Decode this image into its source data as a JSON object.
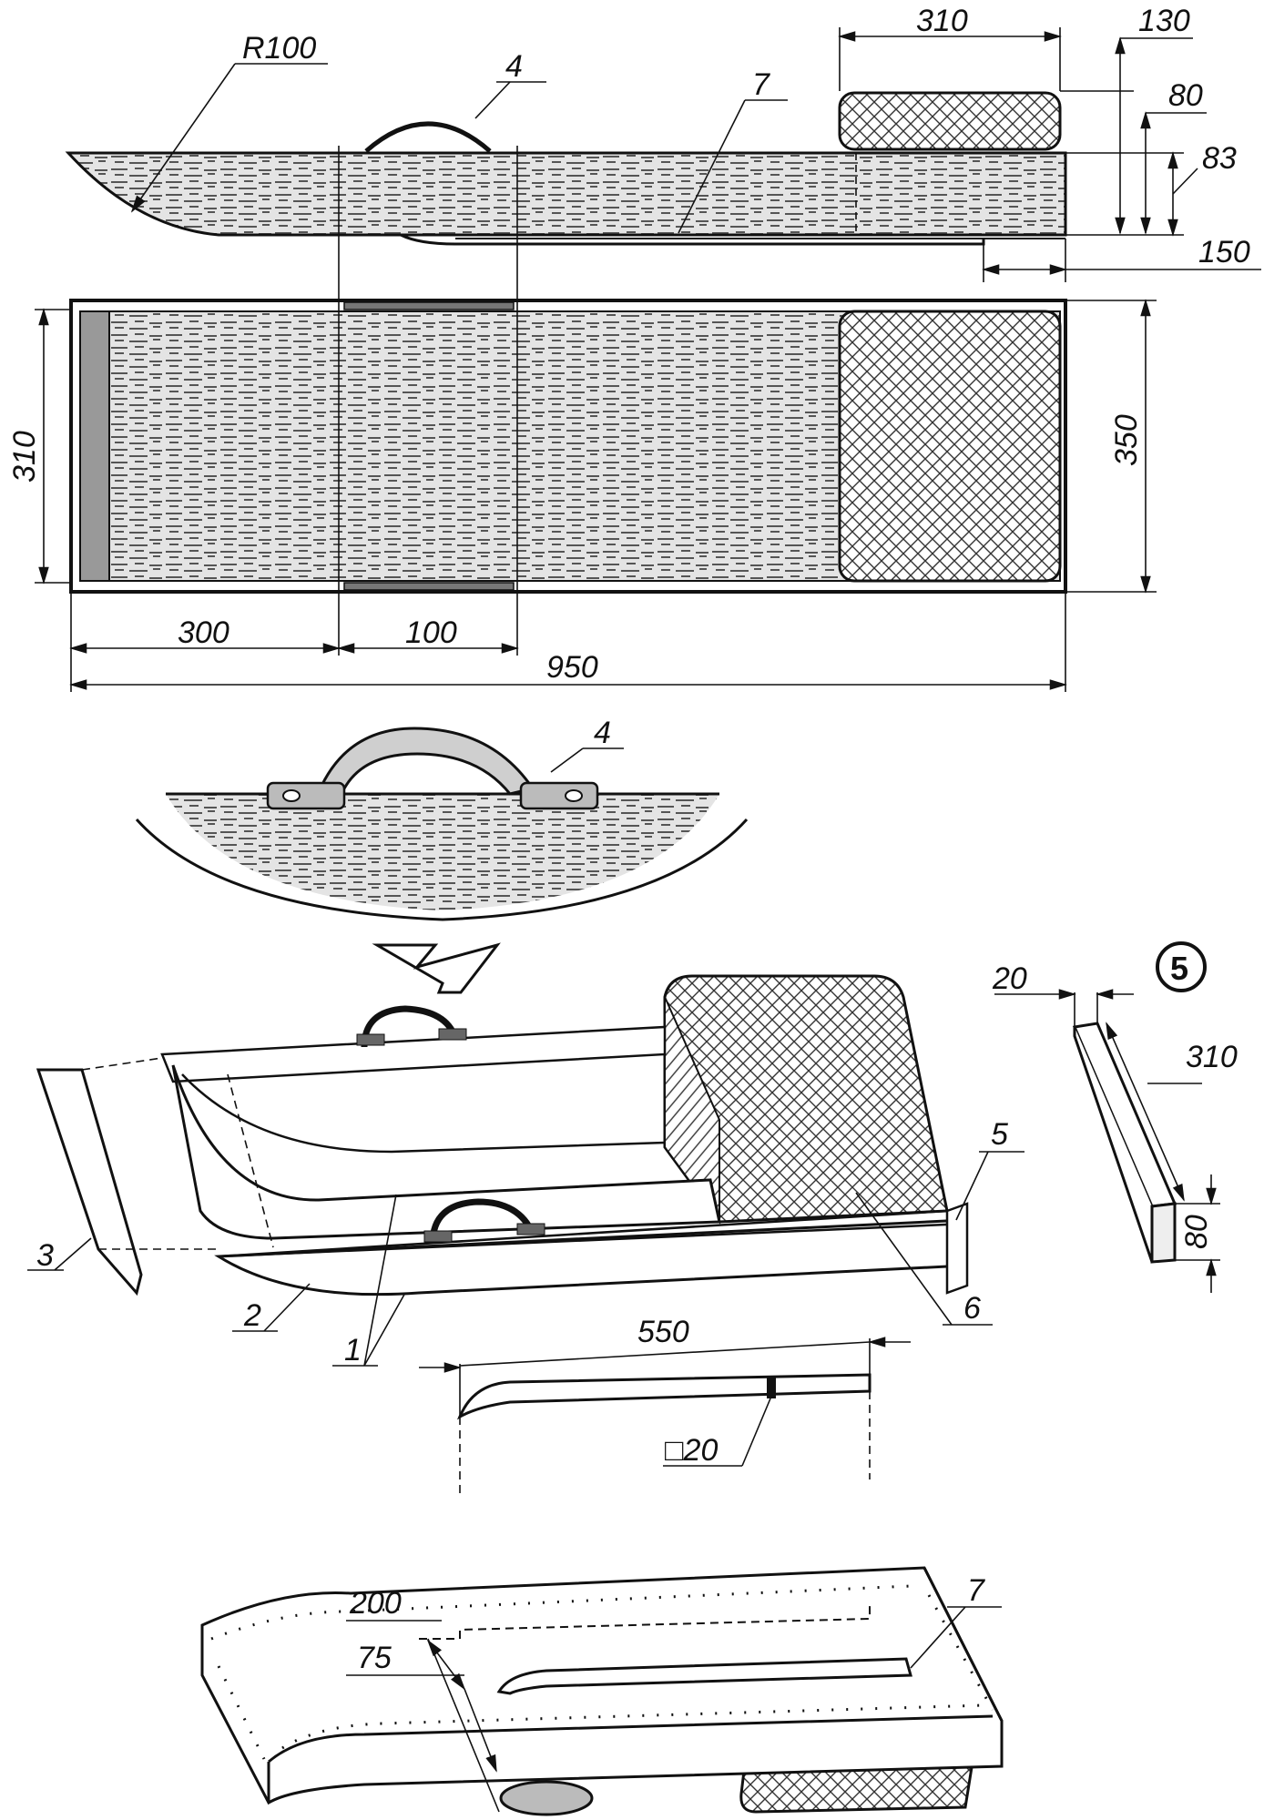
{
  "labels": {
    "radius": "R100",
    "part4": "4",
    "part7": "7",
    "dim_310_top": "310",
    "dim_130": "130",
    "dim_80": "80",
    "dim_83": "83",
    "dim_150": "150",
    "dim_310_left": "310",
    "dim_350": "350",
    "dim_300": "300",
    "dim_100": "100",
    "dim_950": "950",
    "detail4_label": "4",
    "detail5_id": "5",
    "dim_20": "20",
    "dim_310_detail": "310",
    "dim_80_detail": "80",
    "part5": "5",
    "part3": "3",
    "part2": "2",
    "part1": "1",
    "part6": "6",
    "dim_550": "550",
    "dim_sq20": "□20",
    "dim_200": "200",
    "dim_75": "75",
    "part7_bottom": "7"
  },
  "colors": {
    "ink": "#111111",
    "wood": "#d9d9d9",
    "wood_dark": "#8a8a8a",
    "mesh": "#bdbdbd"
  }
}
